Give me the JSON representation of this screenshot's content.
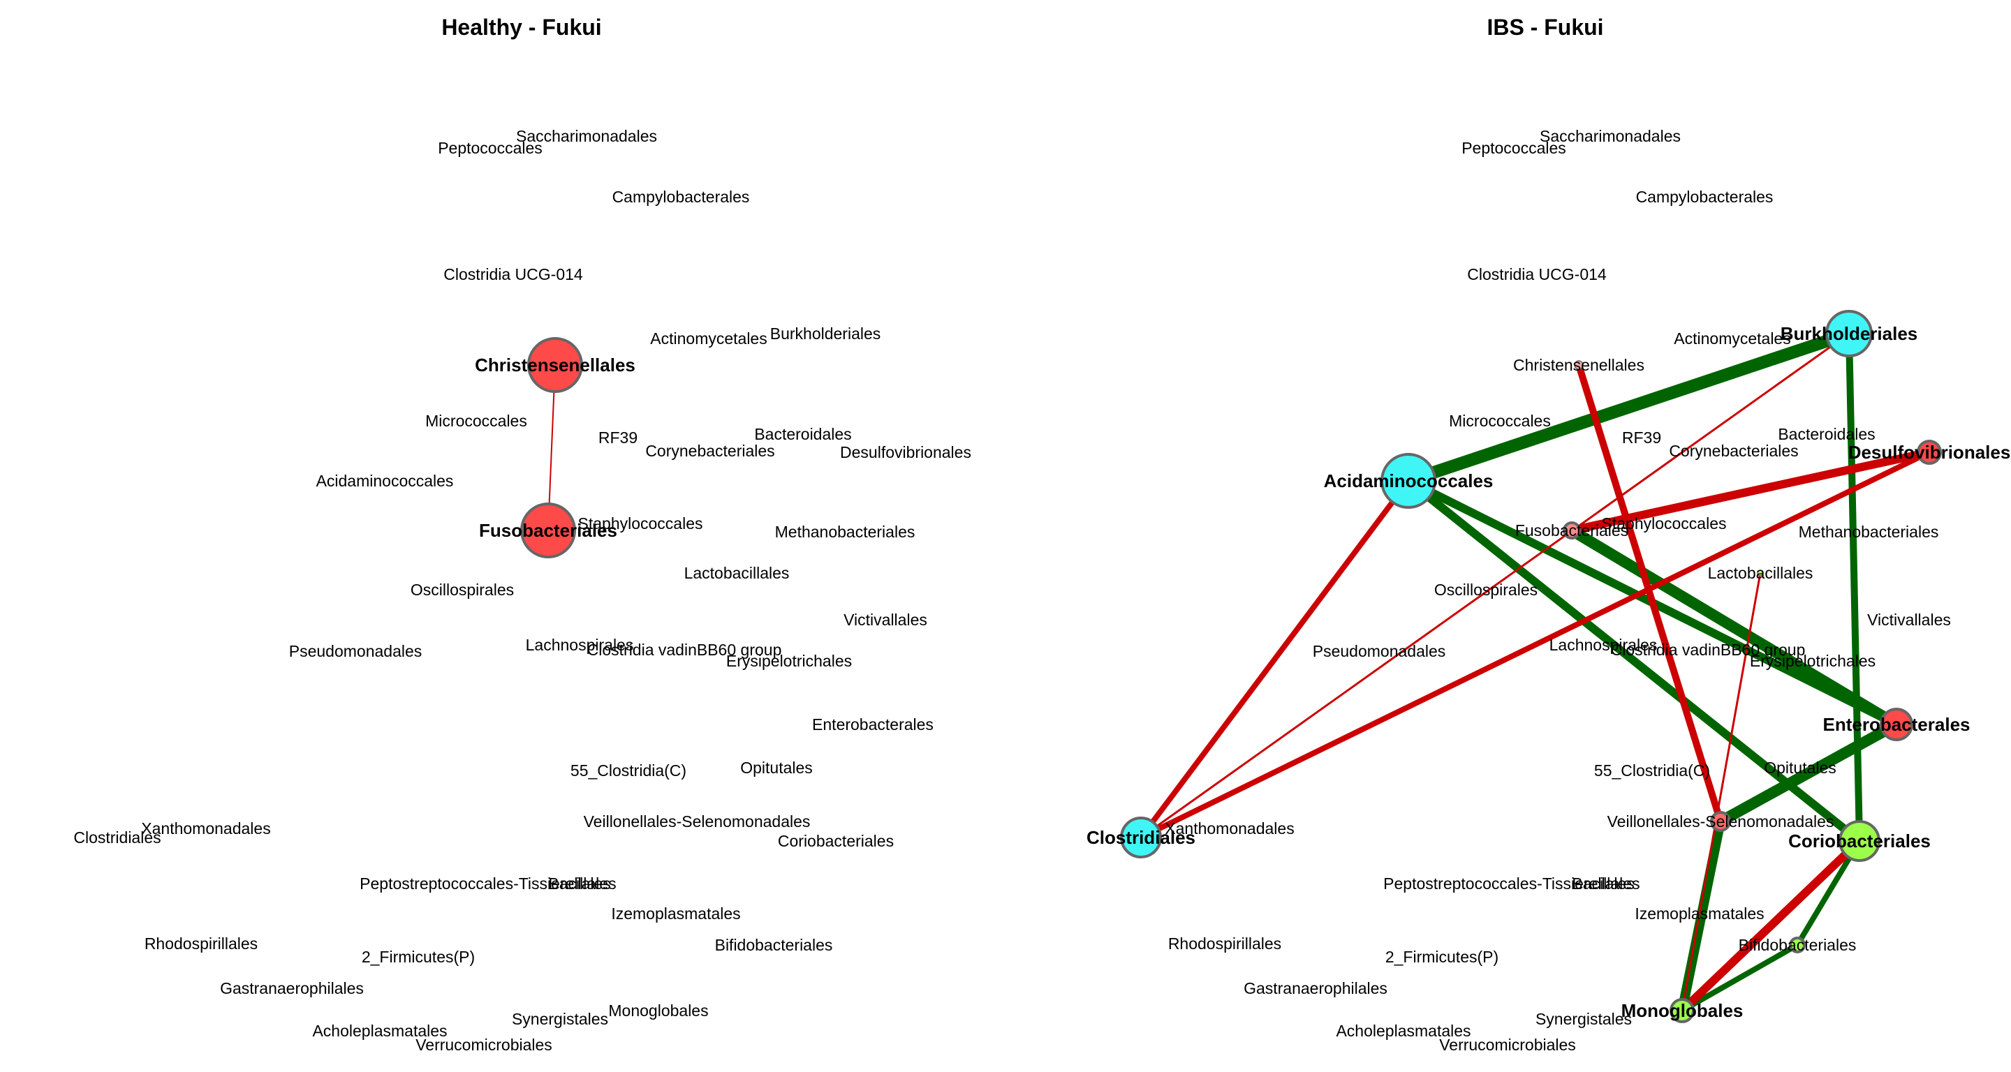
{
  "panels": [
    {
      "id": "healthy",
      "title": "Healthy - Fukui",
      "nodes": [
        {
          "name": "Saccharimonadales"
        },
        {
          "name": "Peptococcales"
        },
        {
          "name": "Campylobacterales"
        },
        {
          "name": "Clostridia UCG-014"
        },
        {
          "name": "Actinomycetales"
        },
        {
          "name": "Burkholderiales"
        },
        {
          "name": "Christensenellales",
          "hub": true,
          "color": "#ff4a4a",
          "size": 38
        },
        {
          "name": "Micrococcales"
        },
        {
          "name": "RF39"
        },
        {
          "name": "Bacteroidales"
        },
        {
          "name": "Corynebacteriales"
        },
        {
          "name": "Desulfovibrionales"
        },
        {
          "name": "Acidaminococcales"
        },
        {
          "name": "Staphylococcales"
        },
        {
          "name": "Fusobacteriales",
          "hub": true,
          "color": "#ff4a4a",
          "size": 38
        },
        {
          "name": "Methanobacteriales"
        },
        {
          "name": "Lactobacillales"
        },
        {
          "name": "Oscillospirales"
        },
        {
          "name": "Victivallales"
        },
        {
          "name": "Pseudomonadales"
        },
        {
          "name": "Lachnospirales"
        },
        {
          "name": "Clostridia vadinBB60 group"
        },
        {
          "name": "Erysipelotrichales"
        },
        {
          "name": "Enterobacterales"
        },
        {
          "name": "55_Clostridia(C)"
        },
        {
          "name": "Opitutales"
        },
        {
          "name": "Veillonellales-Selenomonadales"
        },
        {
          "name": "Xanthomonadales"
        },
        {
          "name": "Clostridiales"
        },
        {
          "name": "Coriobacteriales"
        },
        {
          "name": "Peptostreptococcales-Tissierellales"
        },
        {
          "name": "Bacillales"
        },
        {
          "name": "Izemoplasmatales"
        },
        {
          "name": "Rhodospirillales"
        },
        {
          "name": "2_Firmicutes(P)"
        },
        {
          "name": "Bifidobacteriales"
        },
        {
          "name": "Gastranaerophilales"
        },
        {
          "name": "Synergistales"
        },
        {
          "name": "Monoglobales"
        },
        {
          "name": "Acholeplasmatales"
        },
        {
          "name": "Verrucomicrobiales"
        }
      ],
      "edges": [
        {
          "source": "Christensenellales",
          "target": "Fusobacteriales",
          "sign": "negative",
          "weight": 1
        }
      ]
    },
    {
      "id": "ibs",
      "title": "IBS - Fukui",
      "nodes": [
        {
          "name": "Saccharimonadales"
        },
        {
          "name": "Peptococcales"
        },
        {
          "name": "Campylobacterales"
        },
        {
          "name": "Clostridia UCG-014"
        },
        {
          "name": "Actinomycetales"
        },
        {
          "name": "Burkholderiales",
          "hub": true,
          "color": "#40f5f5",
          "size": 32
        },
        {
          "name": "Christensenellales",
          "color": "#ffaaaa",
          "size": 6
        },
        {
          "name": "Micrococcales"
        },
        {
          "name": "RF39"
        },
        {
          "name": "Bacteroidales"
        },
        {
          "name": "Corynebacteriales"
        },
        {
          "name": "Desulfovibrionales",
          "hub": true,
          "color": "#ff4a4a",
          "size": 16
        },
        {
          "name": "Acidaminococcales",
          "hub": true,
          "color": "#40f5f5",
          "size": 38
        },
        {
          "name": "Staphylococcales"
        },
        {
          "name": "Fusobacteriales",
          "color": "#ff8a8a",
          "size": 11
        },
        {
          "name": "Methanobacteriales"
        },
        {
          "name": "Lactobacillales",
          "color": "#b8ff66",
          "size": 4
        },
        {
          "name": "Oscillospirales"
        },
        {
          "name": "Victivallales"
        },
        {
          "name": "Pseudomonadales"
        },
        {
          "name": "Lachnospirales"
        },
        {
          "name": "Clostridia vadinBB60 group"
        },
        {
          "name": "Erysipelotrichales"
        },
        {
          "name": "Enterobacterales",
          "hub": true,
          "color": "#ff4a4a",
          "size": 22
        },
        {
          "name": "55_Clostridia(C)"
        },
        {
          "name": "Opitutales"
        },
        {
          "name": "Veillonellales-Selenomonadales",
          "color": "#ff6a6a",
          "size": 13
        },
        {
          "name": "Xanthomonadales"
        },
        {
          "name": "Clostridiales",
          "hub": true,
          "color": "#40f5f5",
          "size": 28
        },
        {
          "name": "Coriobacteriales",
          "hub": true,
          "color": "#9cff4a",
          "size": 28
        },
        {
          "name": "Peptostreptococcales-Tissierellales"
        },
        {
          "name": "Bacillales"
        },
        {
          "name": "Izemoplasmatales"
        },
        {
          "name": "Rhodospirillales"
        },
        {
          "name": "2_Firmicutes(P)"
        },
        {
          "name": "Bifidobacteriales",
          "color": "#9cff4a",
          "size": 10
        },
        {
          "name": "Gastranaerophilales"
        },
        {
          "name": "Synergistales"
        },
        {
          "name": "Monoglobales",
          "hub": true,
          "color": "#9cff4a",
          "size": 16
        },
        {
          "name": "Acholeplasmatales"
        },
        {
          "name": "Verrucomicrobiales"
        }
      ],
      "edges": [
        {
          "source": "Acidaminococcales",
          "target": "Burkholderiales",
          "sign": "positive",
          "weight": 9
        },
        {
          "source": "Burkholderiales",
          "target": "Coriobacteriales",
          "sign": "positive",
          "weight": 5
        },
        {
          "source": "Acidaminococcales",
          "target": "Coriobacteriales",
          "sign": "positive",
          "weight": 6
        },
        {
          "source": "Acidaminococcales",
          "target": "Enterobacterales",
          "sign": "positive",
          "weight": 6
        },
        {
          "source": "Fusobacteriales",
          "target": "Enterobacterales",
          "sign": "positive",
          "weight": 8
        },
        {
          "source": "Enterobacterales",
          "target": "Veillonellales-Selenomonadales",
          "sign": "positive",
          "weight": 8
        },
        {
          "source": "Veillonellales-Selenomonadales",
          "target": "Monoglobales",
          "sign": "positive",
          "weight": 7
        },
        {
          "source": "Monoglobales",
          "target": "Bifidobacteriales",
          "sign": "positive",
          "weight": 4
        },
        {
          "source": "Coriobacteriales",
          "target": "Bifidobacteriales",
          "sign": "positive",
          "weight": 4
        },
        {
          "source": "Acidaminococcales",
          "target": "Clostridiales",
          "sign": "negative",
          "weight": 4
        },
        {
          "source": "Clostridiales",
          "target": "Desulfovibrionales",
          "sign": "negative",
          "weight": 4
        },
        {
          "source": "Clostridiales",
          "target": "Burkholderiales",
          "sign": "negative",
          "weight": 1.5
        },
        {
          "source": "Fusobacteriales",
          "target": "Desulfovibrionales",
          "sign": "negative",
          "weight": 6
        },
        {
          "source": "Christensenellales",
          "target": "Veillonellales-Selenomonadales",
          "sign": "negative",
          "weight": 5
        },
        {
          "source": "Coriobacteriales",
          "target": "Monoglobales",
          "sign": "negative",
          "weight": 6
        },
        {
          "source": "Lactobacillales",
          "target": "Monoglobales",
          "sign": "negative",
          "weight": 1.5
        }
      ]
    }
  ],
  "colors": {
    "positive_edge": "#006400",
    "negative_edge": "#cc0000",
    "node_border": "#666666"
  }
}
